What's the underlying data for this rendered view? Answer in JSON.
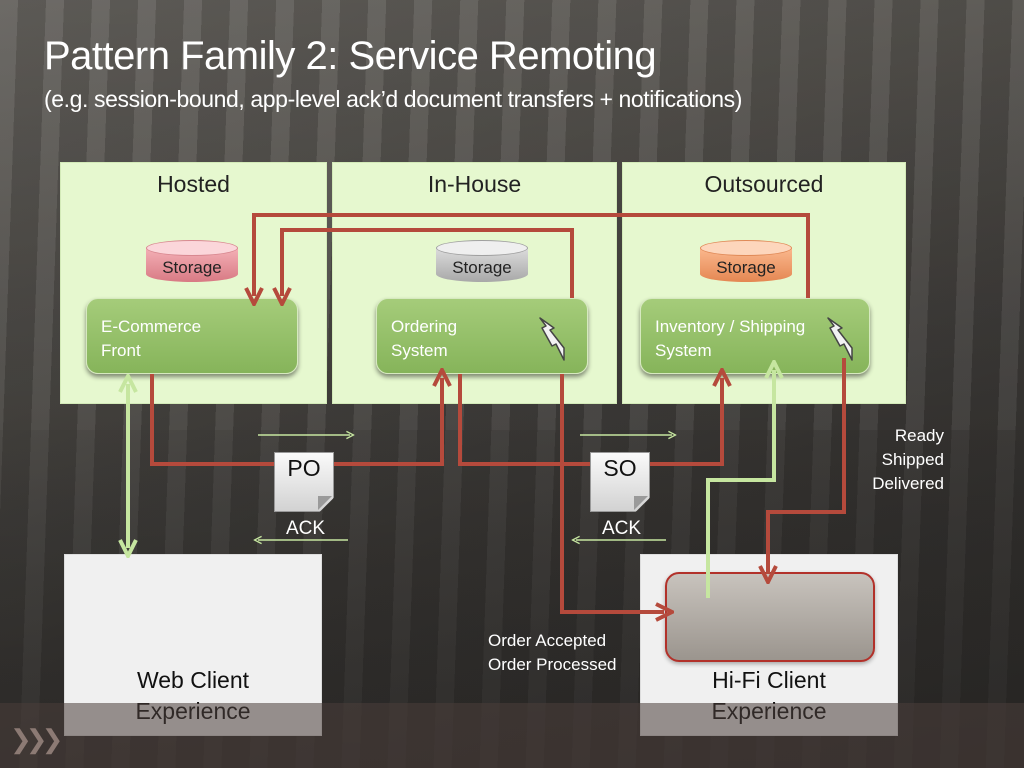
{
  "title": "Pattern Family 2: Service Remoting",
  "subtitle": "(e.g. session-bound, app-level ack’d document transfers + notifications)",
  "zones": [
    {
      "label": "Hosted"
    },
    {
      "label": "In-House"
    },
    {
      "label": "Outsourced"
    }
  ],
  "storage": [
    {
      "label": "Storage",
      "color": "#f0a0a8"
    },
    {
      "label": "Storage",
      "color": "#cfcfcf"
    },
    {
      "label": "Storage",
      "color": "#f8a878"
    }
  ],
  "systems": [
    {
      "line1": "E-Commerce",
      "line2": "Front"
    },
    {
      "line1": "Ordering",
      "line2": "System"
    },
    {
      "line1": "Inventory / Shipping",
      "line2": "System"
    }
  ],
  "documents": {
    "po": "PO",
    "so": "SO"
  },
  "acks": {
    "po_ack": "ACK",
    "so_ack": "ACK"
  },
  "notifications": {
    "status": [
      "Ready",
      "Shipped",
      "Delivered"
    ],
    "order": [
      "Order Accepted",
      "Order Processed"
    ]
  },
  "clients": [
    {
      "line1": "Web Client",
      "line2": "Experience"
    },
    {
      "line1": "Hi-Fi Client",
      "line2": "Experience"
    }
  ],
  "colors": {
    "zone": "#e6f8cf",
    "system": "#86b45a",
    "arrow_red": "#b54a3c",
    "arrow_green": "#c6e6a0"
  },
  "icons": [
    "lightning-icon",
    "lightning-icon"
  ]
}
